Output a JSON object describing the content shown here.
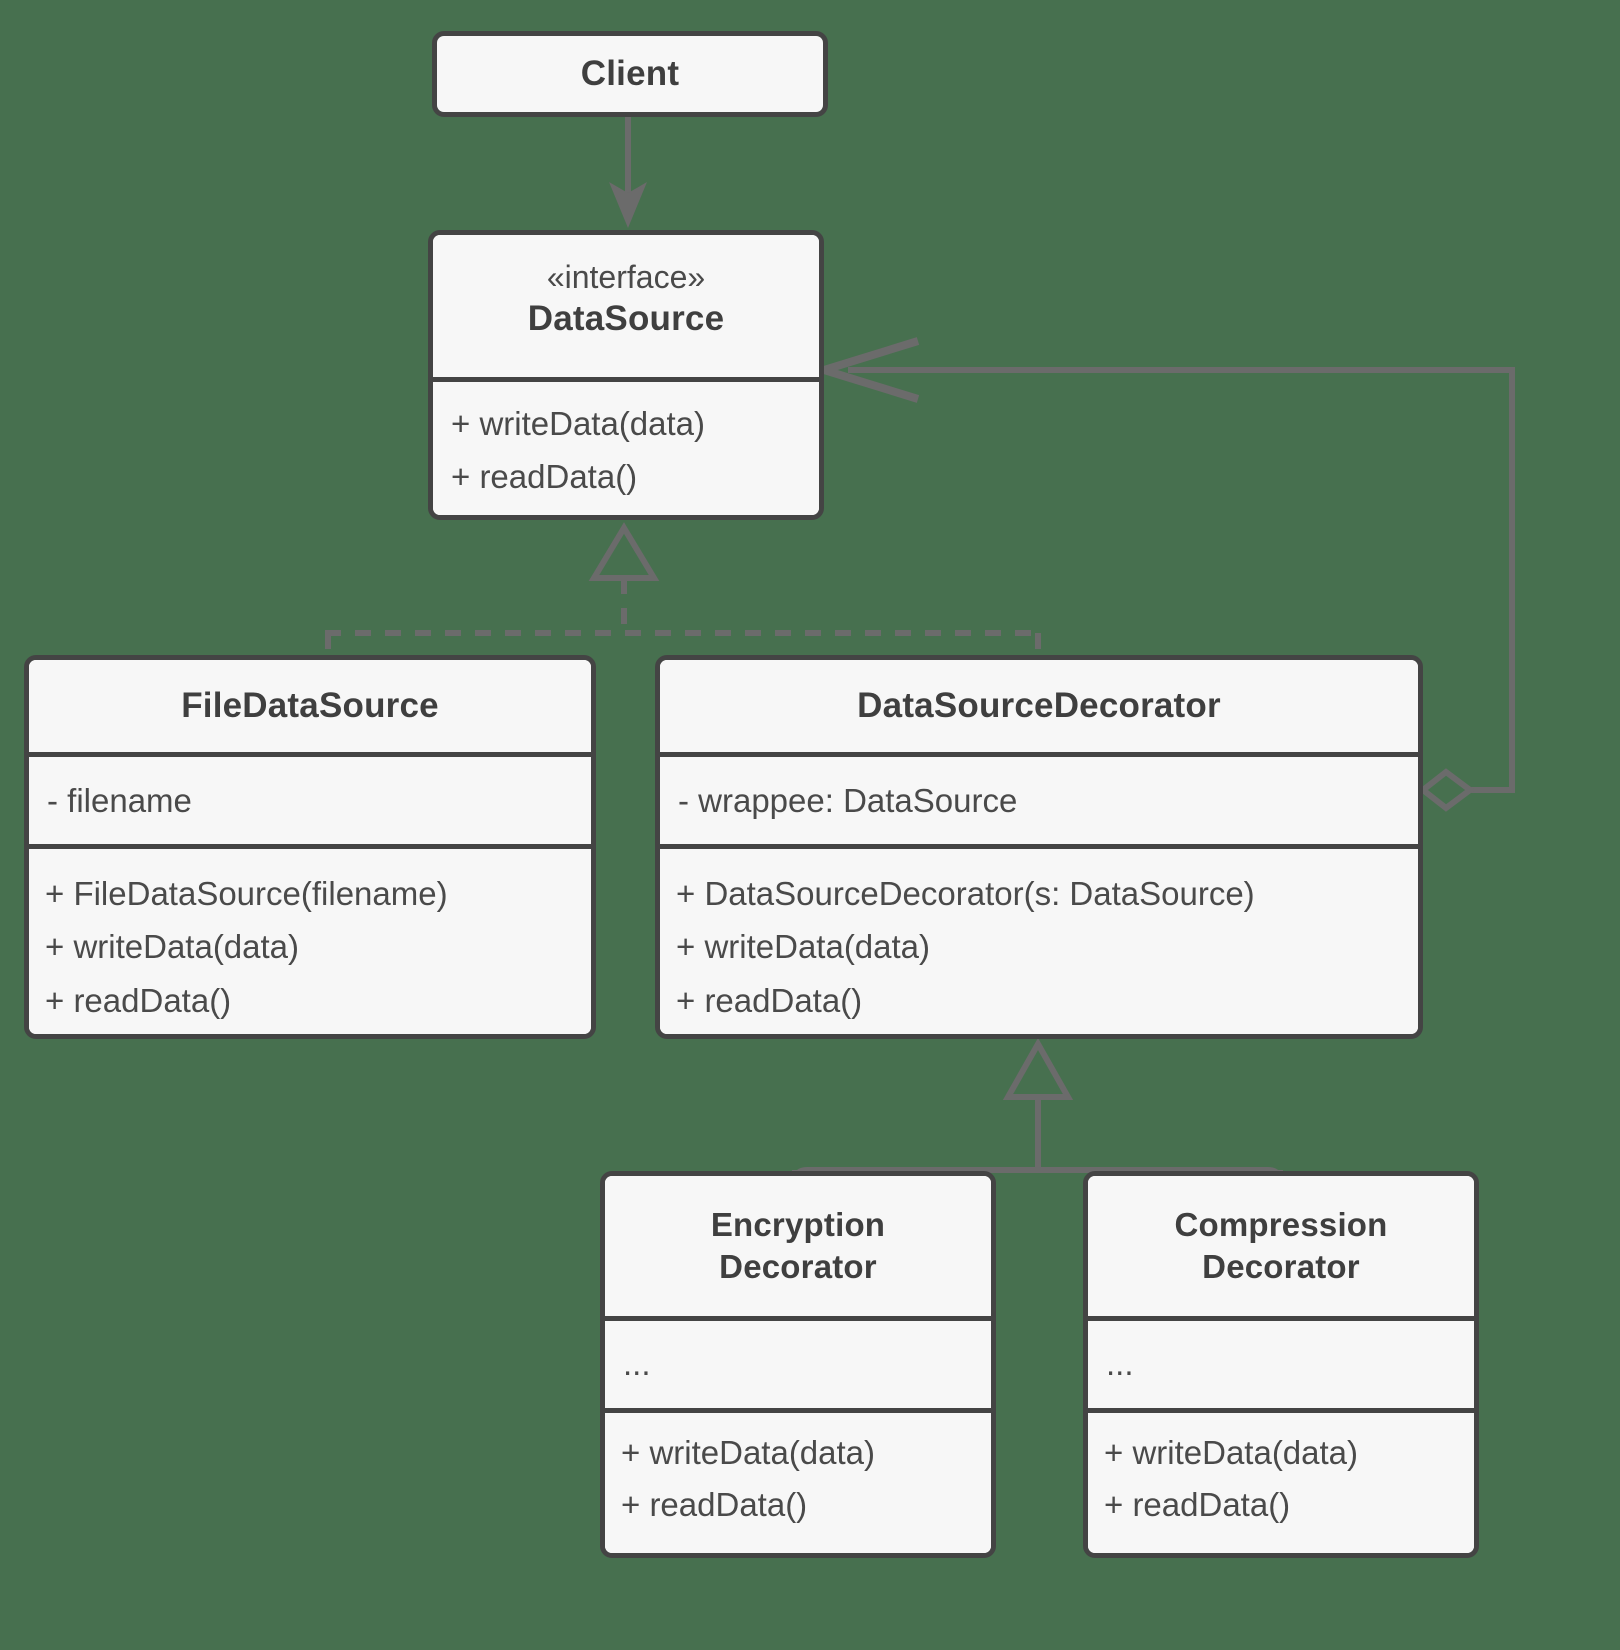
{
  "diagram": {
    "kind": "uml-class-diagram",
    "pattern": "Decorator",
    "background_color": "#47704f",
    "node_fill": "#f7f7f7",
    "node_border": "#444444",
    "edge_color": "#6b6b6b"
  },
  "nodes": {
    "client": {
      "name": "Client",
      "title": "Client"
    },
    "datasource": {
      "name": "DataSource",
      "stereotype": "«interface»",
      "title": "DataSource",
      "operations": [
        "+ writeData(data)",
        "+ readData()"
      ]
    },
    "filedatasource": {
      "name": "FileDataSource",
      "title": "FileDataSource",
      "attributes": [
        "- filename"
      ],
      "operations": [
        "+ FileDataSource(filename)",
        "+ writeData(data)",
        "+ readData()"
      ]
    },
    "datasourcedecorator": {
      "name": "DataSourceDecorator",
      "title": "DataSourceDecorator",
      "attributes": [
        "- wrappee: DataSource"
      ],
      "operations": [
        "+ DataSourceDecorator(s: DataSource)",
        "+ writeData(data)",
        "+ readData()"
      ]
    },
    "encryptiondecorator": {
      "name": "EncryptionDecorator",
      "title_line1": "Encryption",
      "title_line2": "Decorator",
      "attributes": [
        "..."
      ],
      "operations": [
        "+ writeData(data)",
        "+ readData()"
      ]
    },
    "compressiondecorator": {
      "name": "CompressionDecorator",
      "title_line1": "Compression",
      "title_line2": "Decorator",
      "attributes": [
        "..."
      ],
      "operations": [
        "+ writeData(data)",
        "+ readData()"
      ]
    }
  },
  "edges": [
    {
      "id": "client-to-datasource",
      "from": "Client",
      "to": "DataSource",
      "type": "dependency-association",
      "style": "solid",
      "arrowhead": "filled-arrow"
    },
    {
      "id": "filedatasource-realizes-datasource",
      "from": "FileDataSource",
      "to": "DataSource",
      "type": "realization",
      "style": "dashed",
      "arrowhead": "hollow-triangle"
    },
    {
      "id": "datasourcedecorator-realizes-datasource",
      "from": "DataSourceDecorator",
      "to": "DataSource",
      "type": "realization",
      "style": "dashed",
      "arrowhead": "hollow-triangle"
    },
    {
      "id": "datasourcedecorator-aggregates-datasource",
      "from": "DataSourceDecorator",
      "to": "DataSource",
      "type": "aggregation",
      "style": "solid",
      "arrowhead": "open-arrow",
      "tail": "hollow-diamond"
    },
    {
      "id": "encryptiondecorator-extends-datasourcedecorator",
      "from": "EncryptionDecorator",
      "to": "DataSourceDecorator",
      "type": "generalization",
      "style": "solid",
      "arrowhead": "hollow-triangle"
    },
    {
      "id": "compressiondecorator-extends-datasourcedecorator",
      "from": "CompressionDecorator",
      "to": "DataSourceDecorator",
      "type": "generalization",
      "style": "solid",
      "arrowhead": "hollow-triangle"
    }
  ]
}
